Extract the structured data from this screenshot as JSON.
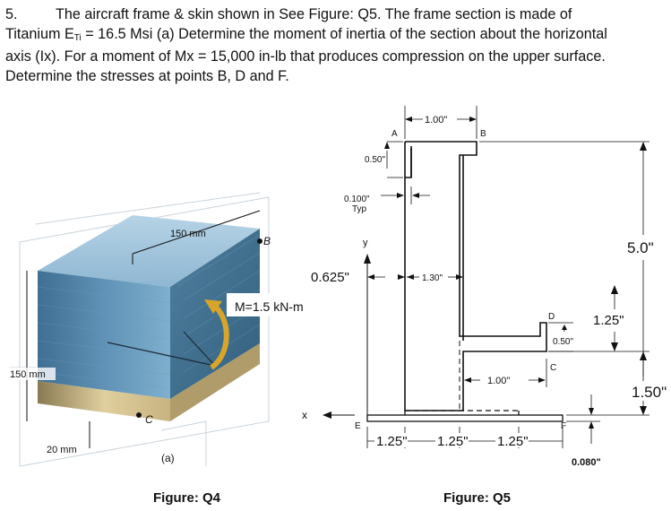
{
  "problem": {
    "number": "5.",
    "line1": "The aircraft frame & skin shown in See Figure: Q5.  The frame section is made of",
    "line2_pre": "Titanium E",
    "line2_sub": "Ti",
    "line2_post": " = 16.5 Msi  (a) Determine the moment of inertia of the section about the horizontal",
    "line3": "axis (Ix).  For a moment of Mx = 15,000 in-lb that produces compression on the upper surface.",
    "line4": "Determine the stresses at points B, D and F."
  },
  "fig4": {
    "caption": "Figure: Q4",
    "dim_top": "150 mm",
    "dim_left": "150 mm",
    "dim_bottom": "20 mm",
    "point_b": "B",
    "point_c": "C",
    "label_a": "(a)",
    "moment": "M=1.5 kN-m"
  },
  "fig5": {
    "caption": "Figure: Q5",
    "dim_top_width": "1.00\"",
    "pt_a": "A",
    "pt_b": "B",
    "dim_flange": "0.50\"",
    "dim_thick": "0.100\"",
    "dim_thick_sub": "Typ",
    "axis_y": "y",
    "axis_x": "x",
    "dim_0625": "0.625\"",
    "dim_130": "1.30\"",
    "pt_d": "D",
    "dim_050_lower": "0.50\"",
    "pt_c": "C",
    "dim_100_lower": "1.00\"",
    "pt_e": "E",
    "pt_f": "F",
    "dim_125_a": "1.25\"",
    "dim_125_b": "1.25\"",
    "dim_125_c": "1.25\"",
    "dim_50": "5.0\"",
    "dim_125_right": "1.25\"",
    "dim_150_right": "1.50\"",
    "dim_skin": "0.080\""
  }
}
